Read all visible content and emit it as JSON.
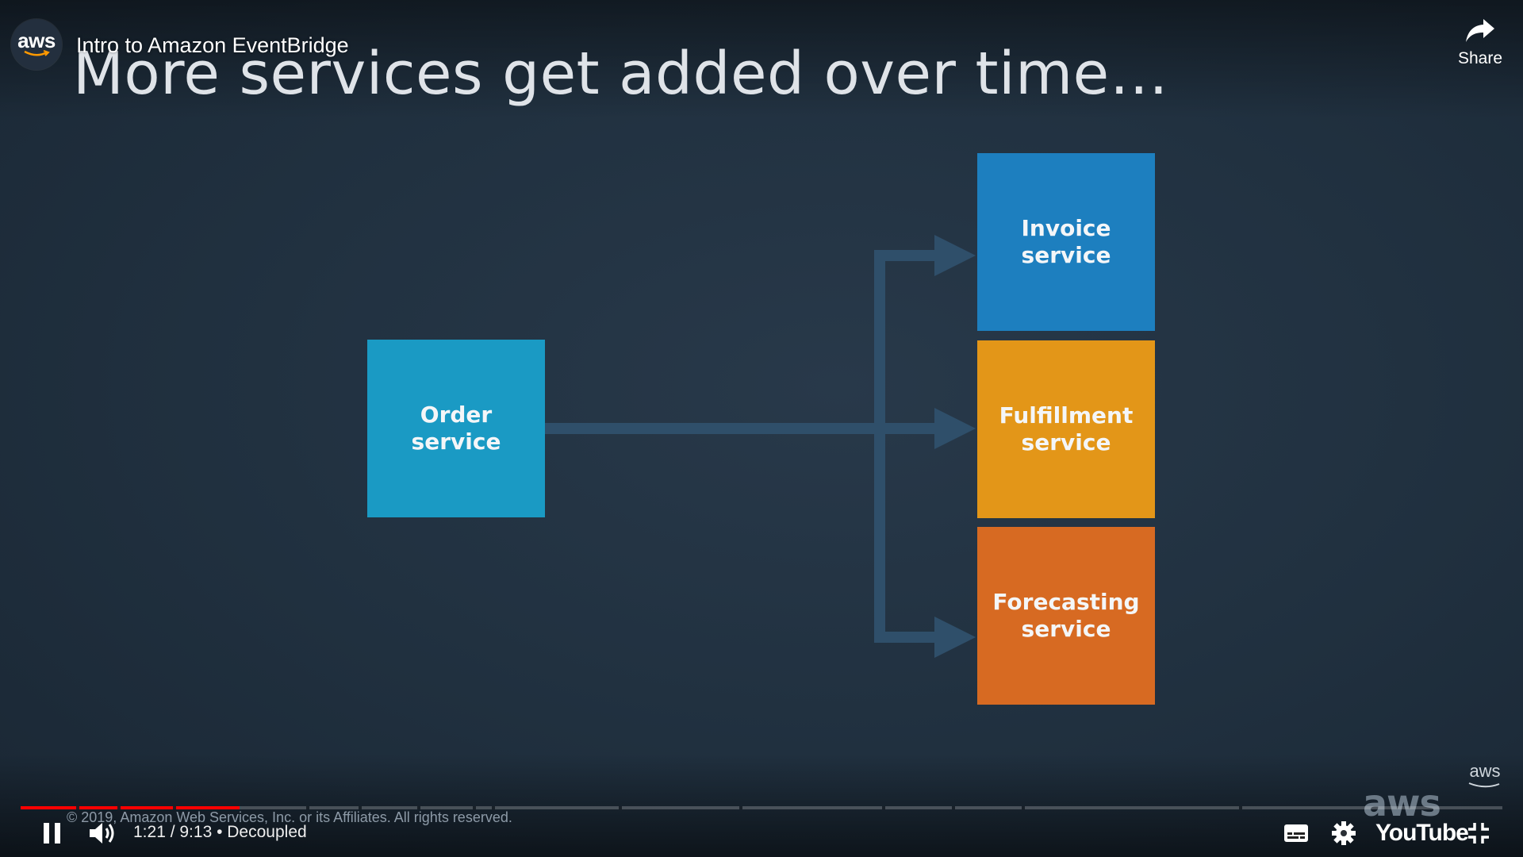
{
  "player": {
    "video_title": "Intro to Amazon EventBridge",
    "channel_avatar_text": "aws",
    "share_label": "Share",
    "corner_logo_text": "aws",
    "current_time": "1:21",
    "duration": "9:13",
    "chapter": "Decoupled",
    "time_display": "1:21 / 9:13 • Decoupled",
    "youtube_logo_text": "YouTube",
    "progress_fraction": 0.148
  },
  "slide": {
    "title": "More services get added over time…",
    "source_service": {
      "label": "Order\nservice",
      "color": "#1a9ac4"
    },
    "target_services": [
      {
        "label": "Invoice\nservice",
        "color": "#1d7fbf"
      },
      {
        "label": "Fulfillment\nservice",
        "color": "#e39618"
      },
      {
        "label": "Forecasting\nservice",
        "color": "#d76a22"
      }
    ],
    "arrow_color": "#2f4f6a",
    "copyright": "© 2019, Amazon Web Services, Inc. or its Affiliates. All rights reserved.",
    "logo_text": "aws"
  },
  "icons": {
    "share": "share-arrow-icon",
    "play_pause": "pause-icon",
    "volume": "volume-icon",
    "subtitles": "subtitles-icon",
    "settings": "gear-icon",
    "fullscreen": "exit-fullscreen-icon"
  }
}
